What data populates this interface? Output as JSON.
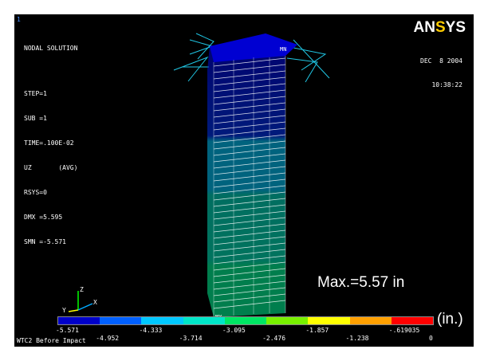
{
  "window": {
    "id": "1"
  },
  "info_lines": [
    "NODAL SOLUTION",
    "STEP=1",
    "SUB =1",
    "TIME=.100E-02",
    "UZ       (AVG)",
    "RSYS=0",
    "DMX =5.595",
    "SMN =-5.571"
  ],
  "logo": {
    "a": "AN",
    "s": "S",
    "rest": "YS"
  },
  "date": {
    "day": "DEC  8 2004",
    "time": "10:38:22"
  },
  "model_labels": {
    "mn": "MN",
    "mx": "MX"
  },
  "annotation": "Max.=5.57 in",
  "units": "(in.)",
  "legend": {
    "colors": [
      "#0000c8",
      "#0060ff",
      "#00c8ff",
      "#00e6c8",
      "#00e664",
      "#78f000",
      "#ffff00",
      "#ffa000",
      "#ff0000"
    ],
    "upper_ticks": [
      "-5.571",
      "-4.333",
      "-3.095",
      "-1.857",
      "-.619035"
    ],
    "lower_ticks": [
      "-4.952",
      "-3.714",
      "-2.476",
      "-1.238",
      "0"
    ]
  },
  "triad": {
    "x": "X",
    "y": "Y",
    "z": "Z"
  },
  "caption": "WTC2 Before Impact"
}
